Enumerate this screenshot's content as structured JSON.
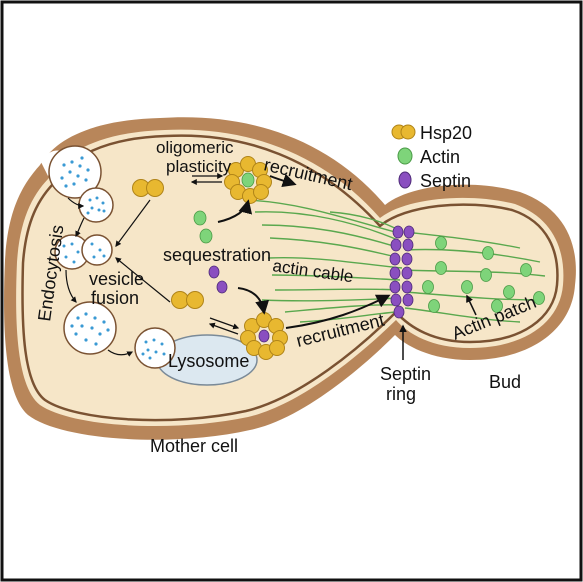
{
  "legend": [
    {
      "label": "Hsp20",
      "color": "#e8b830"
    },
    {
      "label": "Actin",
      "color": "#7ed47a"
    },
    {
      "label": "Septin",
      "color": "#8a4fc0"
    }
  ],
  "labels": {
    "endocytosis": "Endocytosis",
    "oligomeric_line1": "oligomeric",
    "oligomeric_line2": "plasticity",
    "recruitment_top": "recruitment",
    "sequestration": "sequestration",
    "actin_cable": "actin cable",
    "vesicle_line1": "vesicle",
    "vesicle_line2": "fusion",
    "recruitment_bottom": "recruitment",
    "lysosome": "Lysosome",
    "septin_line1": "Septin",
    "septin_line2": "ring",
    "bud": "Bud",
    "actin_patch": "Actin patch",
    "mother_cell": "Mother cell"
  },
  "colors": {
    "cell_wall": "#b8865a",
    "cytoplasm": "#f6e6c8",
    "hsp20": "#e8b830",
    "actin": "#7ed47a",
    "septin": "#8a4fc0",
    "actin_cable": "#5aa84e",
    "vesicle_dots": "#3a9ad4",
    "lysosome": "#dce8f0"
  }
}
